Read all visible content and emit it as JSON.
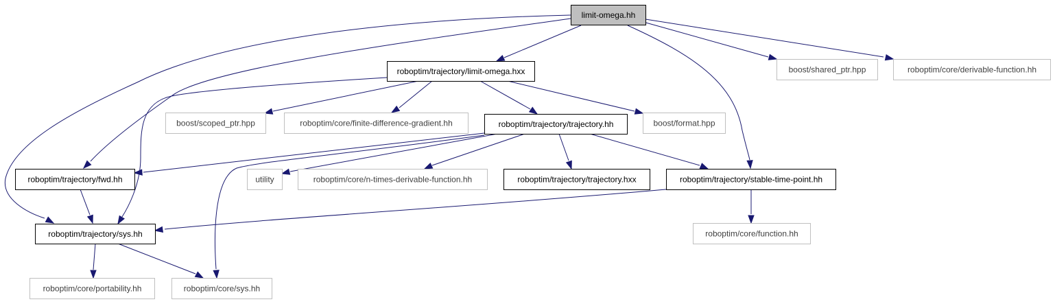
{
  "diagram": {
    "type": "include-dependency-graph",
    "nodes": [
      {
        "id": "limit-omega-hh",
        "label": "limit-omega.hh",
        "kind": "root"
      },
      {
        "id": "limit-omega-hxx",
        "label": "roboptim/trajectory/limit-omega.hxx",
        "kind": "documented"
      },
      {
        "id": "boost-shared-ptr",
        "label": "boost/shared_ptr.hpp",
        "kind": "external"
      },
      {
        "id": "derivable-function",
        "label": "roboptim/core/derivable-function.hh",
        "kind": "external"
      },
      {
        "id": "boost-scoped-ptr",
        "label": "boost/scoped_ptr.hpp",
        "kind": "external"
      },
      {
        "id": "finite-difference-gradient",
        "label": "roboptim/core/finite-difference-gradient.hh",
        "kind": "external"
      },
      {
        "id": "trajectory-hh",
        "label": "roboptim/trajectory/trajectory.hh",
        "kind": "documented"
      },
      {
        "id": "boost-format",
        "label": "boost/format.hpp",
        "kind": "external"
      },
      {
        "id": "fwd-hh",
        "label": "roboptim/trajectory/fwd.hh",
        "kind": "documented"
      },
      {
        "id": "utility",
        "label": "utility",
        "kind": "external"
      },
      {
        "id": "n-times-derivable-function",
        "label": "roboptim/core/n-times-derivable-function.hh",
        "kind": "external"
      },
      {
        "id": "trajectory-hxx",
        "label": "roboptim/trajectory/trajectory.hxx",
        "kind": "documented"
      },
      {
        "id": "stable-time-point",
        "label": "roboptim/trajectory/stable-time-point.hh",
        "kind": "documented"
      },
      {
        "id": "traj-sys-hh",
        "label": "roboptim/trajectory/sys.hh",
        "kind": "documented"
      },
      {
        "id": "core-function",
        "label": "roboptim/core/function.hh",
        "kind": "external"
      },
      {
        "id": "core-portability",
        "label": "roboptim/core/portability.hh",
        "kind": "external"
      },
      {
        "id": "core-sys-hh",
        "label": "roboptim/core/sys.hh",
        "kind": "external"
      }
    ],
    "edges": [
      {
        "from": "limit-omega-hh",
        "to": "limit-omega-hxx"
      },
      {
        "from": "limit-omega-hh",
        "to": "boost-shared-ptr"
      },
      {
        "from": "limit-omega-hh",
        "to": "derivable-function"
      },
      {
        "from": "limit-omega-hh",
        "to": "stable-time-point"
      },
      {
        "from": "limit-omega-hh",
        "to": "fwd-hh"
      },
      {
        "from": "limit-omega-hh",
        "to": "traj-sys-hh"
      },
      {
        "from": "limit-omega-hxx",
        "to": "boost-scoped-ptr"
      },
      {
        "from": "limit-omega-hxx",
        "to": "finite-difference-gradient"
      },
      {
        "from": "limit-omega-hxx",
        "to": "trajectory-hh"
      },
      {
        "from": "limit-omega-hxx",
        "to": "boost-format"
      },
      {
        "from": "limit-omega-hxx",
        "to": "traj-sys-hh"
      },
      {
        "from": "trajectory-hh",
        "to": "fwd-hh"
      },
      {
        "from": "trajectory-hh",
        "to": "core-sys-hh"
      },
      {
        "from": "trajectory-hh",
        "to": "utility"
      },
      {
        "from": "trajectory-hh",
        "to": "n-times-derivable-function"
      },
      {
        "from": "trajectory-hh",
        "to": "trajectory-hxx"
      },
      {
        "from": "trajectory-hh",
        "to": "stable-time-point"
      },
      {
        "from": "fwd-hh",
        "to": "traj-sys-hh"
      },
      {
        "from": "stable-time-point",
        "to": "traj-sys-hh"
      },
      {
        "from": "stable-time-point",
        "to": "core-function"
      },
      {
        "from": "traj-sys-hh",
        "to": "core-portability"
      },
      {
        "from": "traj-sys-hh",
        "to": "core-sys-hh"
      }
    ]
  }
}
